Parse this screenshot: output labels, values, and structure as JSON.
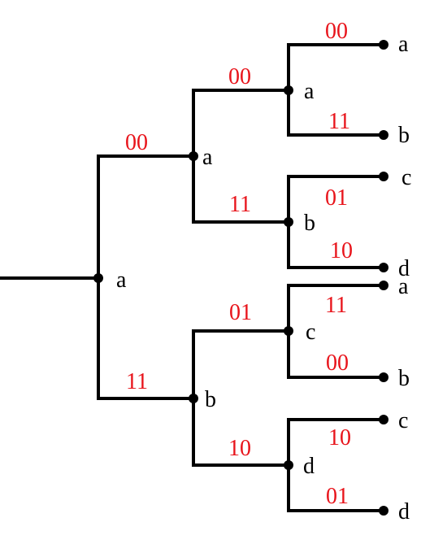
{
  "colors": {
    "line": "#000000",
    "code": "#e8141b"
  },
  "root": {
    "state": "a"
  },
  "level1": [
    {
      "state": "a",
      "code": "00"
    },
    {
      "state": "b",
      "code": "11"
    }
  ],
  "level2": [
    {
      "state": "a",
      "code": "00"
    },
    {
      "state": "b",
      "code": "11"
    },
    {
      "state": "c",
      "code": "01"
    },
    {
      "state": "d",
      "code": "10"
    }
  ],
  "level3": [
    {
      "state": "a",
      "code": "00"
    },
    {
      "state": "b",
      "code": "11"
    },
    {
      "state": "c",
      "code": "01"
    },
    {
      "state": "d",
      "code": "10"
    },
    {
      "state": "a",
      "code": "11"
    },
    {
      "state": "b",
      "code": "00"
    },
    {
      "state": "c",
      "code": "10"
    },
    {
      "state": "d",
      "code": "01"
    }
  ]
}
